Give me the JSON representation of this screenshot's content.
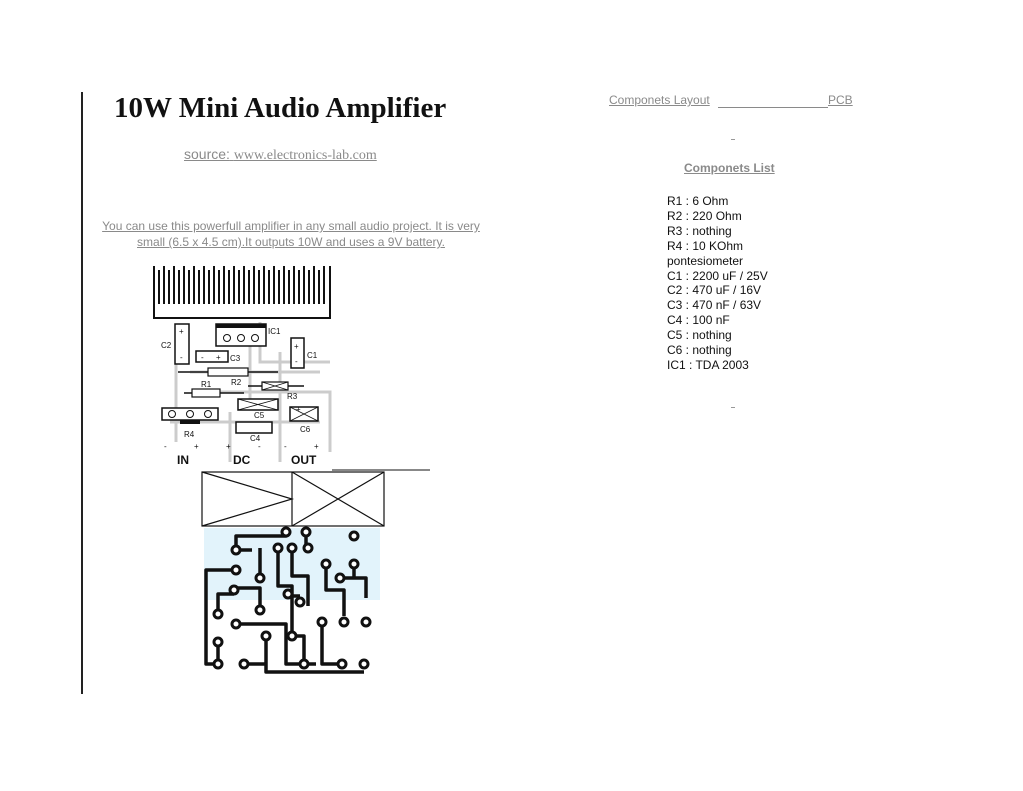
{
  "doc": {
    "title": "10W Mini Audio Amplifier",
    "source_prefix": "source:",
    "source_url": "www.electronics-lab.com",
    "description": "You can use this powerfull amplifier in any small audio project. It is very small (6.5 x 4.5 cm).It outputs 10W and uses a 9V battery."
  },
  "nav": {
    "layout": "Componets Layout",
    "pcb": "PCB"
  },
  "components": {
    "heading": "Componets List",
    "items": [
      "R1 : 6 Ohm",
      "R2 : 220 Ohm",
      "R3 : nothing",
      "R4 : 10 KOhm",
      "pontesiometer",
      "C1 : 2200 uF / 25V",
      "C2 : 470 uF / 16V",
      "C3 : 470 nF / 63V",
      "C4 : 100 nF",
      "C5 : nothing",
      "C6 : nothing",
      "IC1 : TDA 2003"
    ]
  },
  "layout_diagram": {
    "labels": {
      "ic1": "IC1",
      "c1": "C1",
      "c2": "C2",
      "c3": "C3",
      "c4": "C4",
      "c5": "C5",
      "c6": "C6",
      "r1": "R1",
      "r2": "R2",
      "r3": "R3",
      "r4": "R4",
      "in": "IN",
      "dc": "DC",
      "out": "OUT",
      "plus": "+",
      "minus": "-"
    }
  }
}
